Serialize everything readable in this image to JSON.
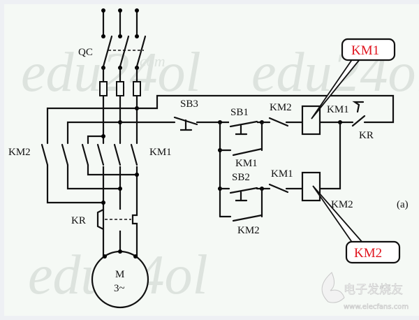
{
  "labels": {
    "qc": "QC",
    "sb3": "SB3",
    "sb1": "SB1",
    "sb2": "SB2",
    "km2_power": "KM2",
    "km1_power": "KM1",
    "km2_nc_top": "KM2",
    "km1_aux_top": "KM1",
    "kr_control": "KR",
    "km1_hold": "KM1",
    "km1_nc_bottom": "KM1",
    "km2_coil_label": "KM2",
    "km2_hold": "KM2",
    "kr_power": "KR",
    "motor_m": "M",
    "motor_phase": "3~",
    "figure_tag": "(a)"
  },
  "callouts": {
    "km1": "KM1",
    "km2": "KM2",
    "text_color": "#e0141e"
  },
  "watermark": {
    "site": "edu24ol",
    "site_sub": "com",
    "logo_cn": "电子发烧友",
    "logo_url": "www.elecfans.com"
  }
}
